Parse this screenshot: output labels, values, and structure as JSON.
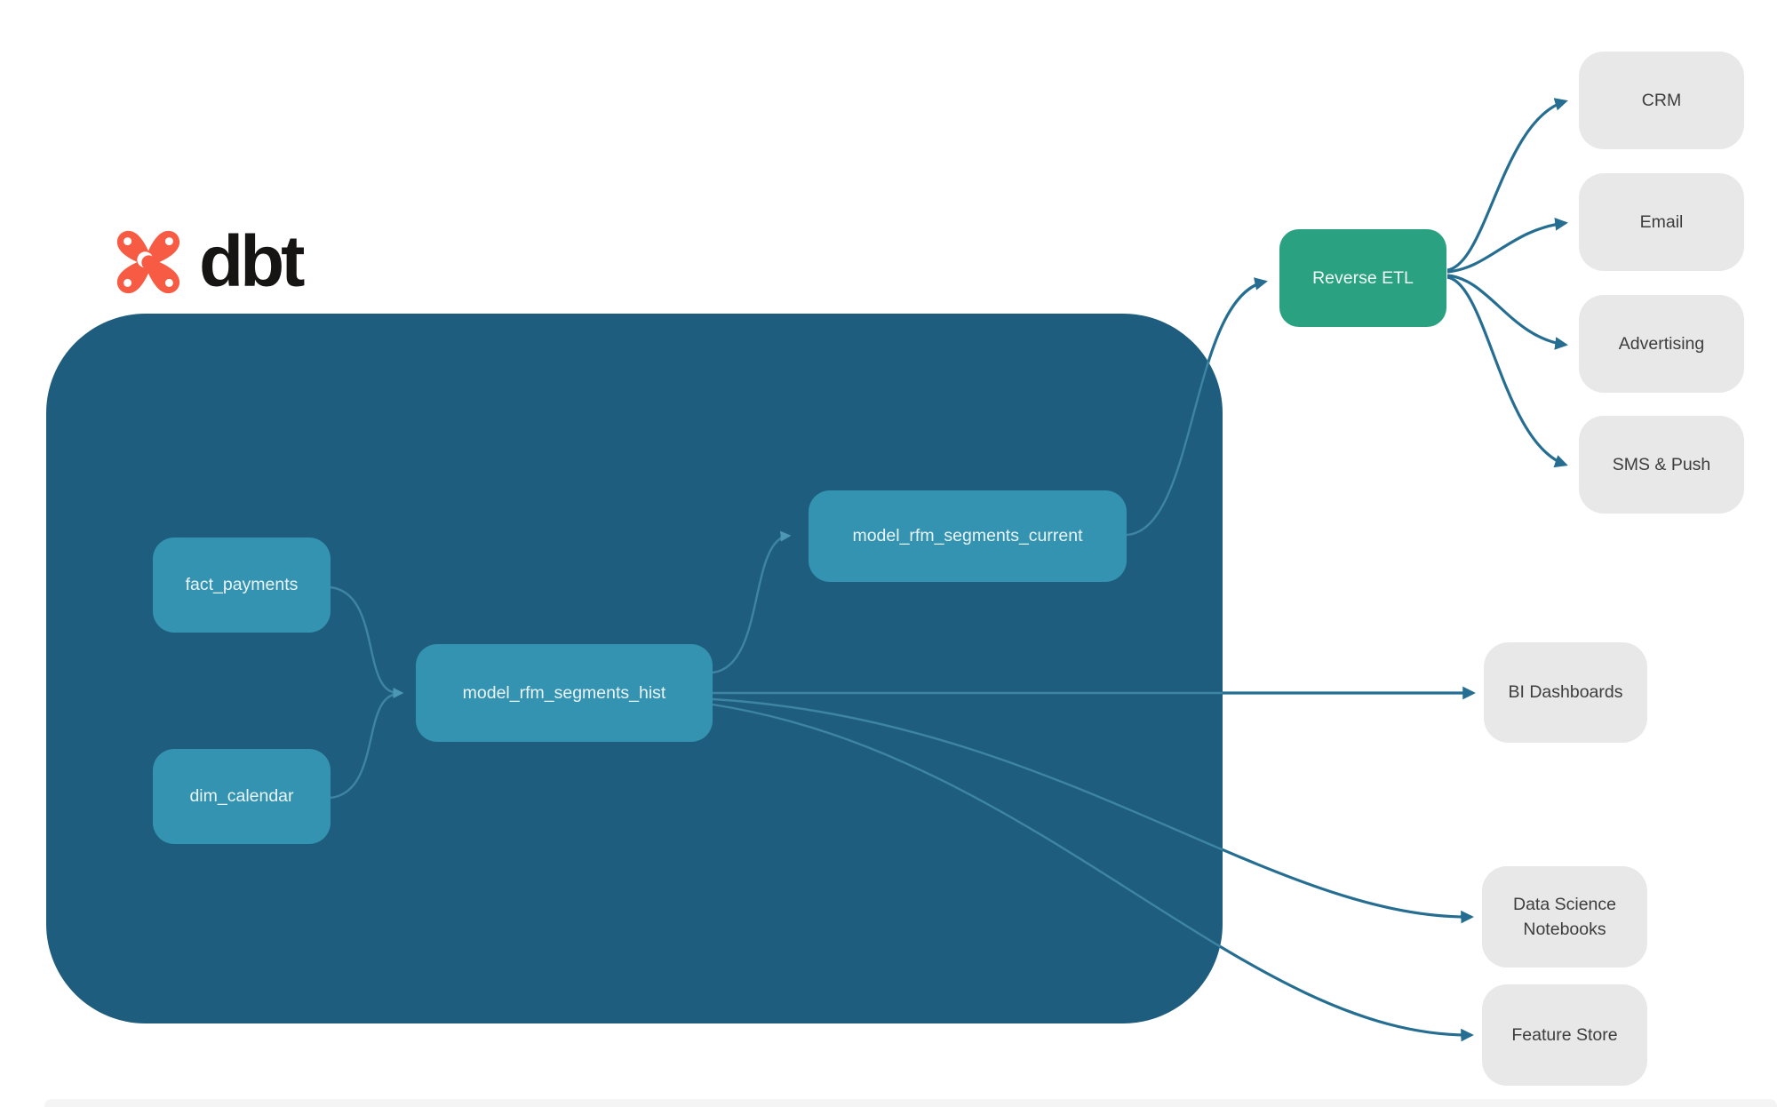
{
  "brand": {
    "name": "dbt"
  },
  "nodes": {
    "fact_payments": {
      "label": "fact_payments"
    },
    "dim_calendar": {
      "label": "dim_calendar"
    },
    "model_rfm_segments_hist": {
      "label": "model_rfm_segments_hist"
    },
    "model_rfm_segments_current": {
      "label": "model_rfm_segments_current"
    },
    "reverse_etl": {
      "label": "Reverse ETL"
    },
    "crm": {
      "label": "CRM"
    },
    "email": {
      "label": "Email"
    },
    "advertising": {
      "label": "Advertising"
    },
    "sms_push": {
      "label": "SMS & Push"
    },
    "bi_dashboards": {
      "label": "BI Dashboards"
    },
    "data_science_notebooks": {
      "label": "Data Science Notebooks"
    },
    "feature_store": {
      "label": "Feature Store"
    }
  },
  "edges": [
    {
      "from": "fact_payments",
      "to": "model_rfm_segments_hist"
    },
    {
      "from": "dim_calendar",
      "to": "model_rfm_segments_hist"
    },
    {
      "from": "model_rfm_segments_hist",
      "to": "model_rfm_segments_current"
    },
    {
      "from": "model_rfm_segments_current",
      "to": "reverse_etl"
    },
    {
      "from": "reverse_etl",
      "to": "crm"
    },
    {
      "from": "reverse_etl",
      "to": "email"
    },
    {
      "from": "reverse_etl",
      "to": "advertising"
    },
    {
      "from": "reverse_etl",
      "to": "sms_push"
    },
    {
      "from": "model_rfm_segments_hist",
      "to": "bi_dashboards"
    },
    {
      "from": "model_rfm_segments_hist",
      "to": "data_science_notebooks"
    },
    {
      "from": "model_rfm_segments_hist",
      "to": "feature_store"
    }
  ],
  "colors": {
    "brand_orange": "#f75b43",
    "warehouse_background": "#1e5d7d",
    "model_node": "#3493b1",
    "reverse_etl_node": "#2aa180",
    "destination_node": "#e8e8e8",
    "connector_outside": "#256e91",
    "connector_inside": "#4b97b4",
    "node_text": "#e9f4f9",
    "destination_text": "#3d3d3d"
  }
}
